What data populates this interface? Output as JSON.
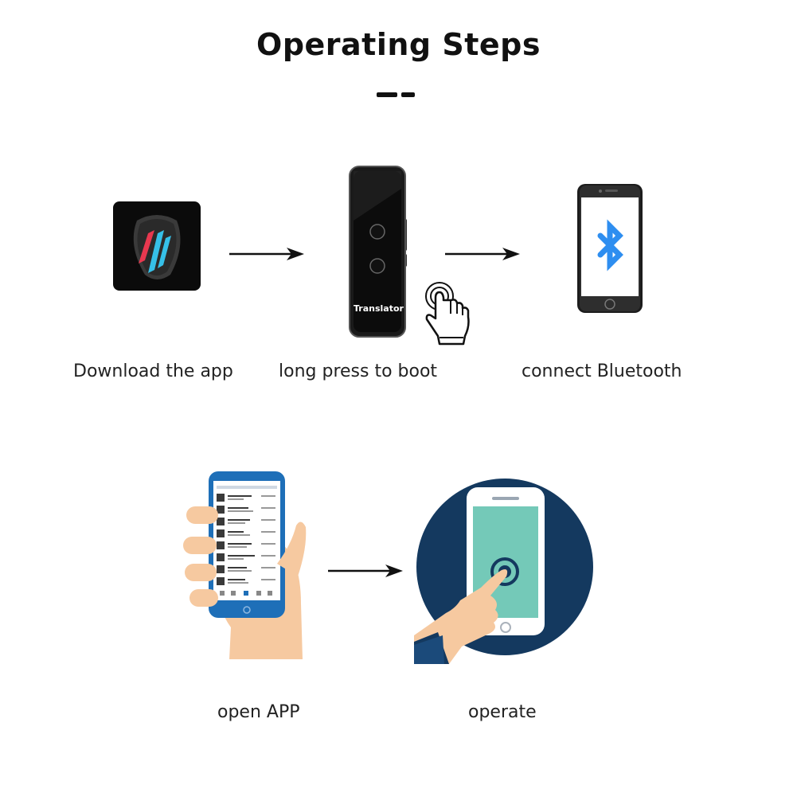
{
  "title": "Operating Steps",
  "steps": [
    {
      "label": "Download the app",
      "icon": "app-logo-icon"
    },
    {
      "label": "long press to boot",
      "icon": "translator-device-icon",
      "device_text": "Translator"
    },
    {
      "label": "connect Bluetooth",
      "icon": "bluetooth-icon"
    },
    {
      "label": "open APP",
      "icon": "hand-holding-phone-icon"
    },
    {
      "label": "operate",
      "icon": "finger-tap-icon"
    }
  ],
  "colors": {
    "title": "#111111",
    "bluetooth": "#2e8ef0",
    "phone_blue": "#1e6fb8",
    "navy_circle": "#14395f",
    "screen_teal": "#74c9b8",
    "skin": "#f6c9a0"
  }
}
